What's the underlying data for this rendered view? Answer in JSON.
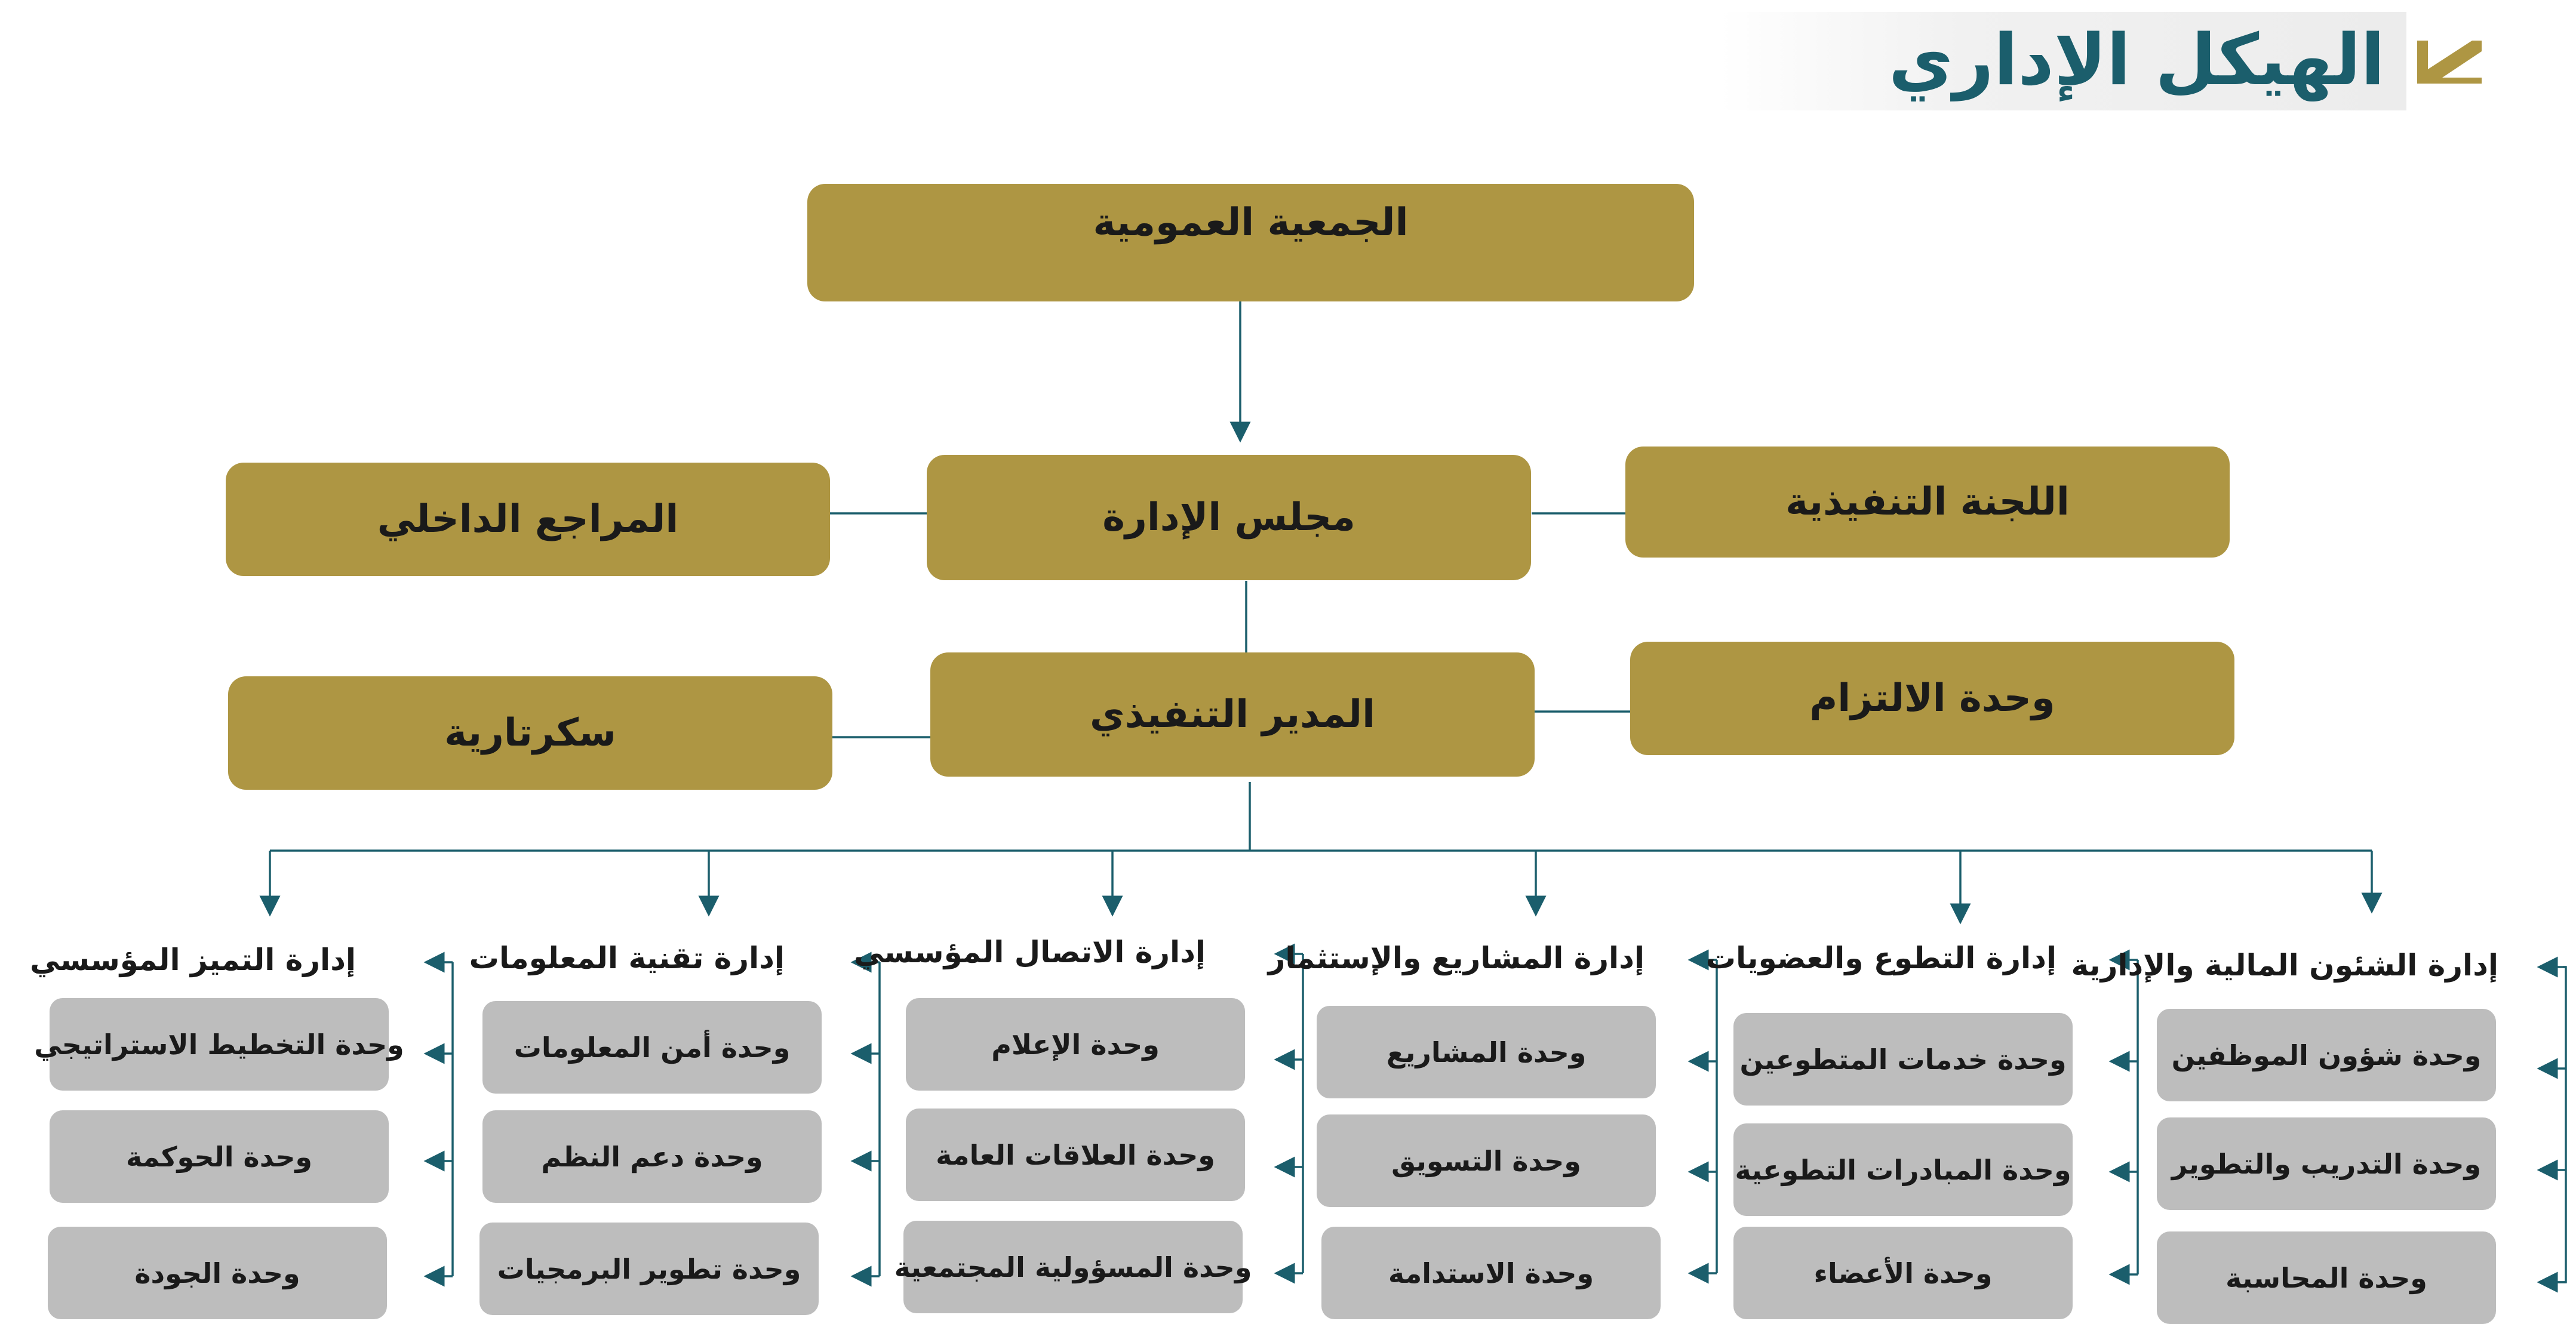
{
  "header": {
    "title": "الهيكل الإداري",
    "logo_icon": "brand-chevron-icon",
    "accent": "#AE9643",
    "title_color": "#1B5E6C"
  },
  "top": {
    "general_assembly": "الجمعية العمومية",
    "board": "مجلس الإدارة",
    "executive_committee": "اللجنة التنفيذية",
    "internal_auditor": "المراجع الداخلي",
    "executive_director": "المدير التنفيذي",
    "compliance_unit": "وحدة الالتزام",
    "secretariat": "سكرتارية"
  },
  "departments": [
    {
      "name": "إدارة الشئون المالية والإدارية",
      "units": [
        "وحدة شؤون الموظفين",
        "وحدة  التدريب والتطوير",
        "وحدة المحاسبة"
      ]
    },
    {
      "name": "إدارة التطوع والعضويات",
      "units": [
        "وحدة خدمات المتطوعين",
        "وحدة  المبادرات التطوعية",
        "وحدة  الأعضاء"
      ]
    },
    {
      "name": "إدارة المشاريع والإستثمار",
      "units": [
        "وحدة المشاريع",
        "وحدة  التسويق",
        "وحدة  الاستدامة"
      ]
    },
    {
      "name": "إدارة الاتصال المؤسسي",
      "units": [
        "وحدة  الإعلام",
        "وحدة  العلاقات العامة",
        "وحدة  المسؤولية المجتمعية"
      ]
    },
    {
      "name": "إدارة تقنية المعلومات",
      "units": [
        "وحدة  أمن المعلومات",
        "وحدة  دعم النظم",
        "وحدة  تطوير البرمجيات"
      ]
    },
    {
      "name": "إدارة التميز المؤسسي",
      "units": [
        "وحدة  التخطيط الاستراتيجي",
        "وحدة  الحوكمة",
        "وحدة  الجودة"
      ]
    }
  ]
}
